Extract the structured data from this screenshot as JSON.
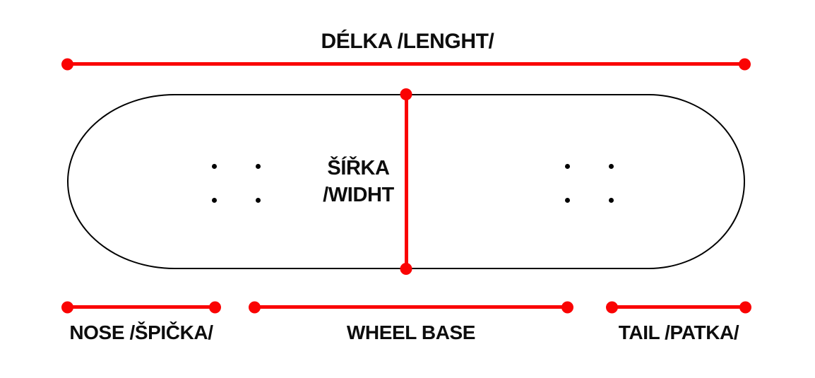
{
  "colors": {
    "measure_red": "#fa0303",
    "outline_black": "#000000",
    "text_black": "#0d0d0d"
  },
  "labels": {
    "length": "DÉLKA /LENGHT/",
    "width_line1": "ŠÍŘKA",
    "width_line2": "/WIDHT",
    "nose": "NOSE /ŠPIČKA/",
    "wheelbase": "WHEEL BASE",
    "tail": "TAIL /PATKA/"
  }
}
